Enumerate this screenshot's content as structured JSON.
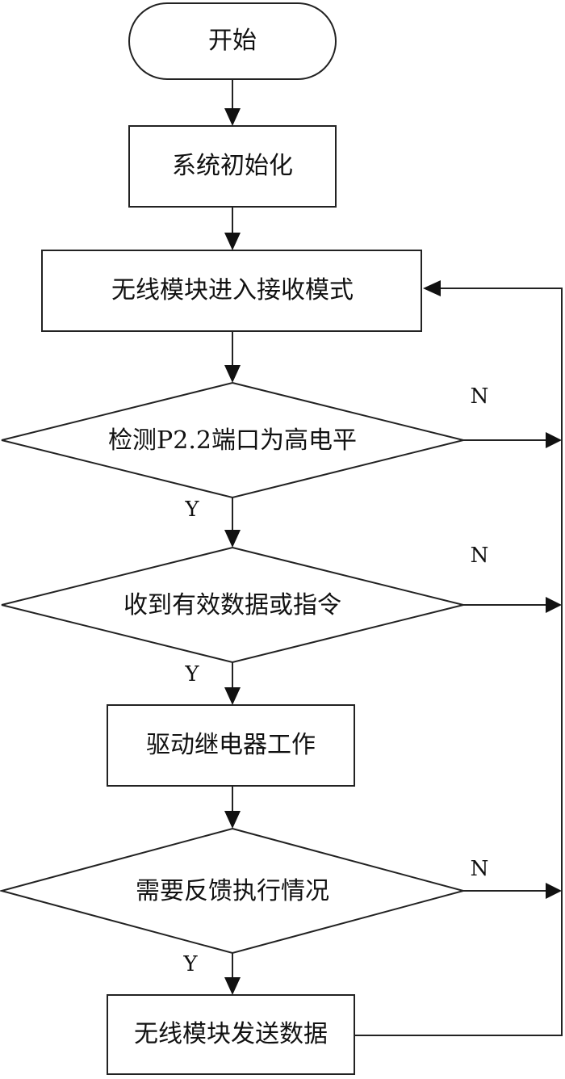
{
  "nodes": {
    "start": "开始",
    "init": "系统初始化",
    "receive_mode": "无线模块进入接收模式",
    "check_port": "检测P2.2端口为高电平",
    "valid_data": "收到有效数据或指令",
    "drive_relay": "驱动继电器工作",
    "need_feedback": "需要反馈执行情况",
    "send_data": "无线模块发送数据"
  },
  "edges": {
    "check_port_no": "N",
    "check_port_yes": "Y",
    "valid_data_no": "N",
    "valid_data_yes": "Y",
    "need_feedback_no": "N",
    "need_feedback_yes": "Y"
  }
}
